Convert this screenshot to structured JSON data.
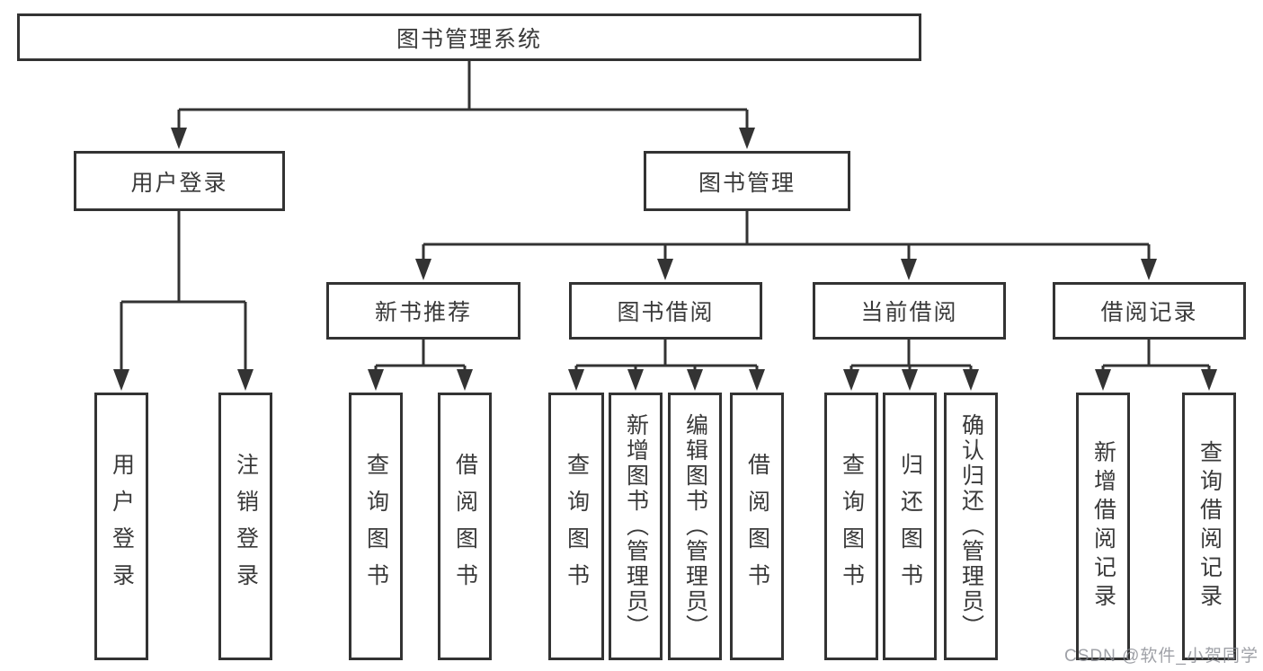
{
  "root": {
    "label": "图书管理系统"
  },
  "user_login": {
    "label": "用户登录",
    "children": [
      {
        "label": "用户登录"
      },
      {
        "label": "注销登录"
      }
    ]
  },
  "book_management": {
    "label": "图书管理",
    "sections": [
      {
        "label": "新书推荐",
        "children": [
          {
            "label": "查询图书"
          },
          {
            "label": "借阅图书"
          }
        ]
      },
      {
        "label": "图书借阅",
        "children": [
          {
            "label": "查询图书"
          },
          {
            "label": "新增图书（管理员）"
          },
          {
            "label": "编辑图书（管理员）"
          },
          {
            "label": "借阅图书"
          }
        ]
      },
      {
        "label": "当前借阅",
        "children": [
          {
            "label": "查询图书"
          },
          {
            "label": "归还图书"
          },
          {
            "label": "确认归还（管理员）"
          }
        ]
      },
      {
        "label": "借阅记录",
        "children": [
          {
            "label": "新增借阅记录"
          },
          {
            "label": "查询借阅记录"
          }
        ]
      }
    ]
  },
  "watermark": "CSDN @软件_小贺同学",
  "colors": {
    "line": "#333333",
    "text": "#3a3a3a",
    "watermark": "#84868e"
  }
}
